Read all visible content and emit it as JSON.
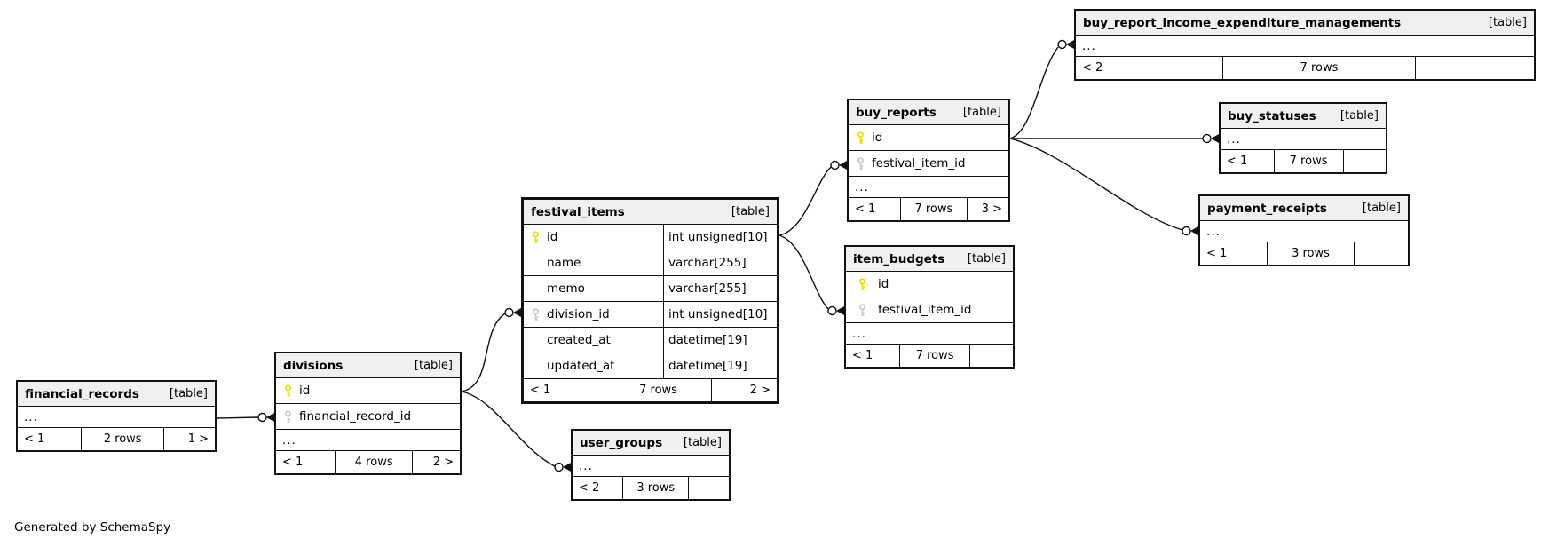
{
  "diagram": {
    "generator_note": "Generated by SchemaSpy",
    "colors": {
      "primary_key": "#e3e300",
      "foreign_key": "#c8c8c8",
      "header_bg": "#f0f0f0",
      "border": "#111111",
      "background": "#ffffff"
    },
    "tables": [
      {
        "name": "financial_records",
        "tag": "[table]",
        "columns": [
          {
            "name": "..."
          }
        ],
        "footer": {
          "left": "< 1",
          "center": "2 rows",
          "right": "1 >"
        }
      },
      {
        "name": "divisions",
        "tag": "[table]",
        "columns": [
          {
            "name": "id",
            "key": "pk"
          },
          {
            "name": "financial_record_id",
            "key": "fk"
          },
          {
            "name": "..."
          }
        ],
        "footer": {
          "left": "< 1",
          "center": "4 rows",
          "right": "2 >"
        }
      },
      {
        "name": "festival_items",
        "tag": "[table]",
        "focus": true,
        "columns": [
          {
            "name": "id",
            "type": "int unsigned[10]",
            "key": "pk"
          },
          {
            "name": "name",
            "type": "varchar[255]"
          },
          {
            "name": "memo",
            "type": "varchar[255]"
          },
          {
            "name": "division_id",
            "type": "int unsigned[10]",
            "key": "fk"
          },
          {
            "name": "created_at",
            "type": "datetime[19]"
          },
          {
            "name": "updated_at",
            "type": "datetime[19]"
          }
        ],
        "footer": {
          "left": "< 1",
          "center": "7 rows",
          "right": "2 >"
        }
      },
      {
        "name": "user_groups",
        "tag": "[table]",
        "columns": [
          {
            "name": "..."
          }
        ],
        "footer": {
          "left": "< 2",
          "center": "3 rows",
          "right": ""
        }
      },
      {
        "name": "buy_reports",
        "tag": "[table]",
        "columns": [
          {
            "name": "id",
            "key": "pk"
          },
          {
            "name": "festival_item_id",
            "key": "fk"
          },
          {
            "name": "..."
          }
        ],
        "footer": {
          "left": "< 1",
          "center": "7 rows",
          "right": "3 >"
        }
      },
      {
        "name": "item_budgets",
        "tag": "[table]",
        "columns": [
          {
            "name": "id",
            "key": "pk"
          },
          {
            "name": "festival_item_id",
            "key": "fk"
          },
          {
            "name": "..."
          }
        ],
        "footer": {
          "left": "< 1",
          "center": "7 rows",
          "right": ""
        }
      },
      {
        "name": "buy_report_income_expenditure_managements",
        "tag": "[table]",
        "columns": [
          {
            "name": "..."
          }
        ],
        "footer": {
          "left": "< 2",
          "center": "7 rows",
          "right": ""
        }
      },
      {
        "name": "buy_statuses",
        "tag": "[table]",
        "columns": [
          {
            "name": "..."
          }
        ],
        "footer": {
          "left": "< 1",
          "center": "7 rows",
          "right": ""
        }
      },
      {
        "name": "payment_receipts",
        "tag": "[table]",
        "columns": [
          {
            "name": "..."
          }
        ],
        "footer": {
          "left": "< 1",
          "center": "3 rows",
          "right": ""
        }
      }
    ]
  }
}
